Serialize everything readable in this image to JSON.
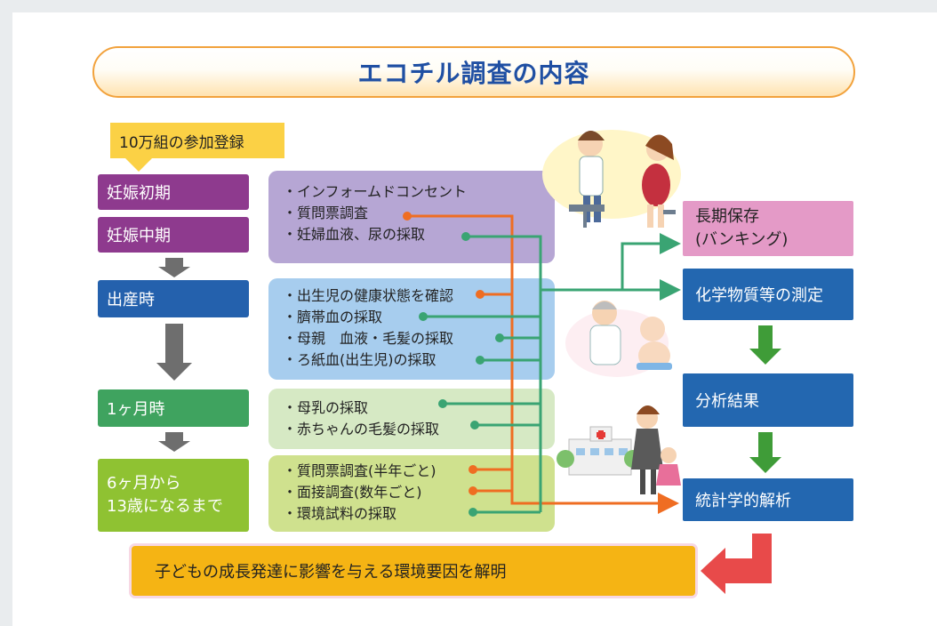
{
  "title": "エコチル調査の内容",
  "callout": "10万組の参加登録",
  "stages": {
    "early": "妊娠初期",
    "mid": "妊娠中期",
    "birth": "出産時",
    "one_month": "1ヶ月時",
    "six_month_line1": "6ヶ月から",
    "six_month_line2": "13歳になるまで"
  },
  "boxes": {
    "pregnancy": [
      "・インフォームドコンセント",
      "・質問票調査",
      "・妊婦血液、尿の採取"
    ],
    "birth": [
      "・出生児の健康状態を確認",
      "・臍帯血の採取",
      "・母親　血液・毛髪の採取",
      "・ろ紙血(出生児)の採取"
    ],
    "one_month": [
      "・母乳の採取",
      "・赤ちゃんの毛髪の採取"
    ],
    "followup": [
      "・質問票調査(半年ごと)",
      "・面接調査(数年ごと)",
      "・環境試料の採取"
    ]
  },
  "right": {
    "storage_line1": "長期保存",
    "storage_line2": "(バンキング)",
    "measure": "化学物質等の測定",
    "results": "分析結果",
    "stats": "統計学的解析"
  },
  "conclusion": "子どもの成長発達に影響を与える環境要因を解明",
  "colors": {
    "orange_line": "#ef6d22",
    "green_line": "#3aa473",
    "green_arrow": "#3f9c38",
    "red_arrow": "#e84a4a",
    "title_text": "#1f4fa3"
  }
}
